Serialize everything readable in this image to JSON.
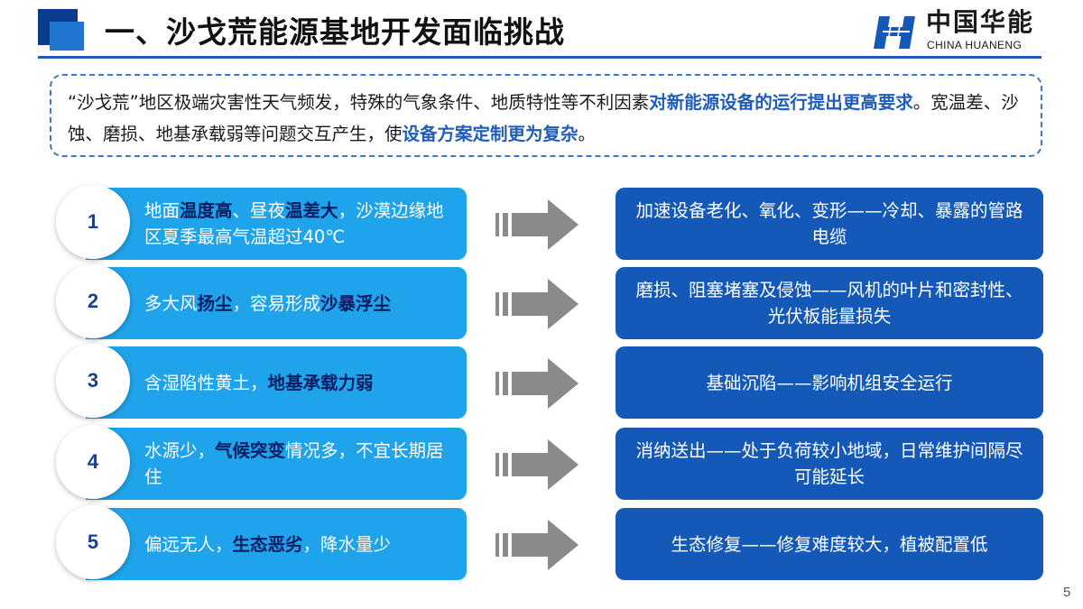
{
  "header": {
    "title": "一、沙戈荒能源基地开发面临挑战"
  },
  "logo": {
    "name_cn": "中国华能",
    "name_en": "CHINA HUANENG"
  },
  "intro": {
    "part1": "“沙戈荒”地区极端灾害性天气频发，特殊的气象条件、地质特性等不利因素",
    "part2_highlight": "对新能源设备的运行提出更高要求",
    "part3": "。宽温差、沙蚀、磨损、地基承载弱等问题交互产生，使",
    "part4_highlight": "设备方案定制更为复杂",
    "part5": "。"
  },
  "rows": [
    {
      "number": "1",
      "left": [
        {
          "text": "地面",
          "hl": false
        },
        {
          "text": "温度高",
          "hl": true
        },
        {
          "text": "、昼夜",
          "hl": false
        },
        {
          "text": "温差大",
          "hl": true
        },
        {
          "text": "，沙漠边缘地区夏季最高气温超过40℃",
          "hl": false
        }
      ],
      "right": "加速设备老化、氧化、变形——冷却、暴露的管路电缆"
    },
    {
      "number": "2",
      "left": [
        {
          "text": "多大风",
          "hl": false
        },
        {
          "text": "扬尘",
          "hl": true
        },
        {
          "text": "，容易形成",
          "hl": false
        },
        {
          "text": "沙暴浮尘",
          "hl": true
        }
      ],
      "right": "磨损、阻塞堵塞及侵蚀——风机的叶片和密封性、光伏板能量损失"
    },
    {
      "number": "3",
      "left": [
        {
          "text": "含湿陷性黄土，",
          "hl": false
        },
        {
          "text": "地基承载力弱",
          "hl": true
        }
      ],
      "right": "基础沉陷——影响机组安全运行"
    },
    {
      "number": "4",
      "left": [
        {
          "text": "水源少，",
          "hl": false
        },
        {
          "text": "气候突变",
          "hl": true
        },
        {
          "text": "情况多，不宜长期居住",
          "hl": false
        }
      ],
      "right": "消纳送出——处于负荷较小地域，日常维护间隔尽可能延长"
    },
    {
      "number": "5",
      "left": [
        {
          "text": "偏远无人，",
          "hl": false
        },
        {
          "text": "生态恶劣",
          "hl": true
        },
        {
          "text": "，降水量少",
          "hl": false
        }
      ],
      "right": "生态修复——修复难度较大，植被配置低"
    }
  ],
  "page_number": "5",
  "colors": {
    "left_bar": "#1fa3ea",
    "right_box": "#1559b8",
    "highlight_dark": "#0a1d63",
    "highlight_blue": "#1f5db8",
    "arrow": "#8a8a8a"
  }
}
